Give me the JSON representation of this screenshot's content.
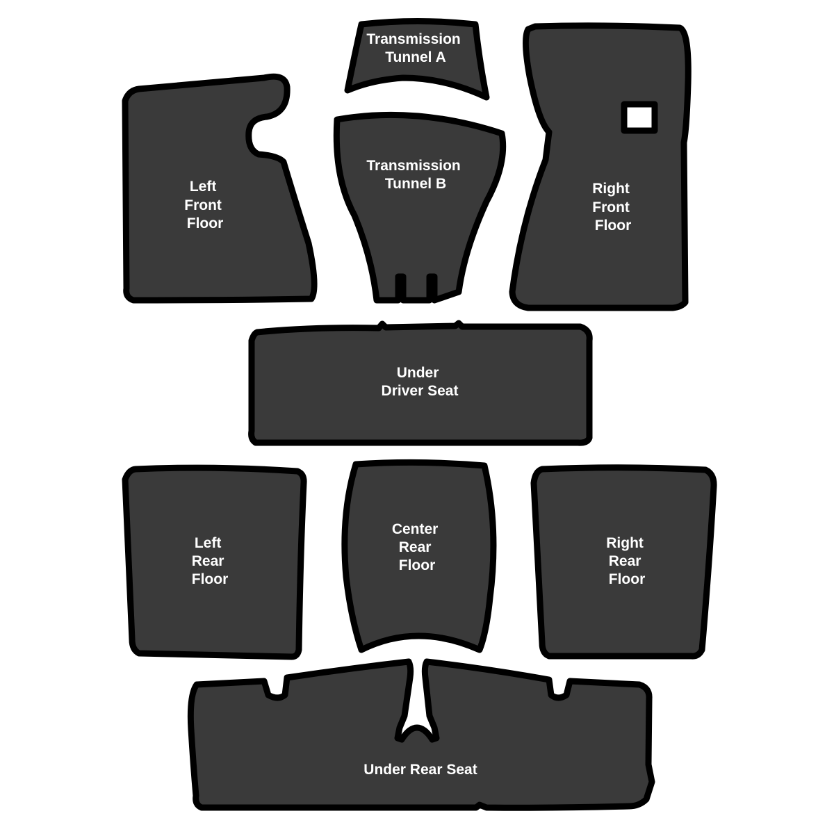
{
  "colors": {
    "background": "#ffffff",
    "panel_fill": "#3a3a3a",
    "outline": "#000000",
    "label_text": "#ffffff"
  },
  "panels": [
    {
      "id": "transmission-tunnel-a",
      "lines": [
        "Transmission",
        "Tunnel A"
      ]
    },
    {
      "id": "left-front-floor",
      "lines": [
        "Left",
        "Front",
        "Floor"
      ]
    },
    {
      "id": "transmission-tunnel-b",
      "lines": [
        "Transmission",
        "Tunnel B"
      ]
    },
    {
      "id": "right-front-floor",
      "lines": [
        "Right",
        "Front",
        "Floor"
      ]
    },
    {
      "id": "under-driver-seat",
      "lines": [
        "Under",
        "Driver Seat"
      ]
    },
    {
      "id": "left-rear-floor",
      "lines": [
        "Left",
        "Rear",
        "Floor"
      ]
    },
    {
      "id": "center-rear-floor",
      "lines": [
        "Center",
        "Rear",
        "Floor"
      ]
    },
    {
      "id": "right-rear-floor",
      "lines": [
        "Right",
        "Rear",
        "Floor"
      ]
    },
    {
      "id": "under-rear-seat",
      "lines": [
        "Under Rear Seat"
      ]
    }
  ]
}
